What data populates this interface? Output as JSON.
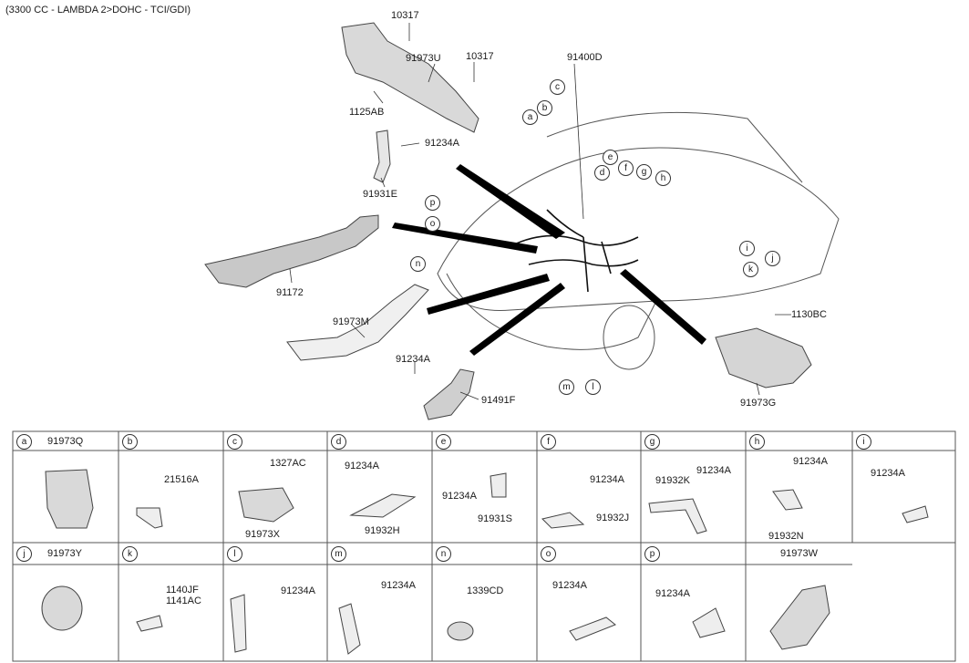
{
  "header": "(3300 CC - LAMBDA 2>DOHC - TCI/GDI)",
  "main_labels": {
    "p10317a": "10317",
    "p91973U": "91973U",
    "p10317b": "10317",
    "p1125AB": "1125AB",
    "p91234A_top": "91234A",
    "p91931E": "91931E",
    "p91400D": "91400D",
    "p91172": "91172",
    "p91973M": "91973M",
    "p91234A_mid": "91234A",
    "p91491F": "91491F",
    "p1130BC": "1130BC",
    "p91973G": "91973G"
  },
  "callouts": [
    "a",
    "b",
    "c",
    "d",
    "e",
    "f",
    "g",
    "h",
    "i",
    "j",
    "k",
    "l",
    "m",
    "n",
    "o",
    "p"
  ],
  "cells": [
    {
      "letter": "a",
      "title": "91973Q",
      "parts": []
    },
    {
      "letter": "b",
      "title": "",
      "parts": [
        "21516A"
      ]
    },
    {
      "letter": "c",
      "title": "",
      "parts": [
        "1327AC",
        "91973X"
      ]
    },
    {
      "letter": "d",
      "title": "",
      "parts": [
        "91234A",
        "91932H"
      ]
    },
    {
      "letter": "e",
      "title": "",
      "parts": [
        "91234A",
        "91931S"
      ]
    },
    {
      "letter": "f",
      "title": "",
      "parts": [
        "91234A",
        "91932J"
      ]
    },
    {
      "letter": "g",
      "title": "",
      "parts": [
        "91234A",
        "91932K"
      ]
    },
    {
      "letter": "h",
      "title": "",
      "parts": [
        "91234A",
        "91932N"
      ]
    },
    {
      "letter": "i",
      "title": "",
      "parts": [
        "91234A"
      ]
    },
    {
      "letter": "j",
      "title": "91973Y",
      "parts": []
    },
    {
      "letter": "k",
      "title": "",
      "parts": [
        "1140JF",
        "1141AC"
      ]
    },
    {
      "letter": "l",
      "title": "",
      "parts": [
        "91234A"
      ]
    },
    {
      "letter": "m",
      "title": "",
      "parts": [
        "91234A"
      ]
    },
    {
      "letter": "n",
      "title": "",
      "parts": [
        "1339CD"
      ]
    },
    {
      "letter": "o",
      "title": "",
      "parts": [
        "91234A"
      ]
    },
    {
      "letter": "p",
      "title": "",
      "parts": [
        "91234A"
      ]
    },
    {
      "letter": "",
      "title": "91973W",
      "parts": []
    }
  ]
}
